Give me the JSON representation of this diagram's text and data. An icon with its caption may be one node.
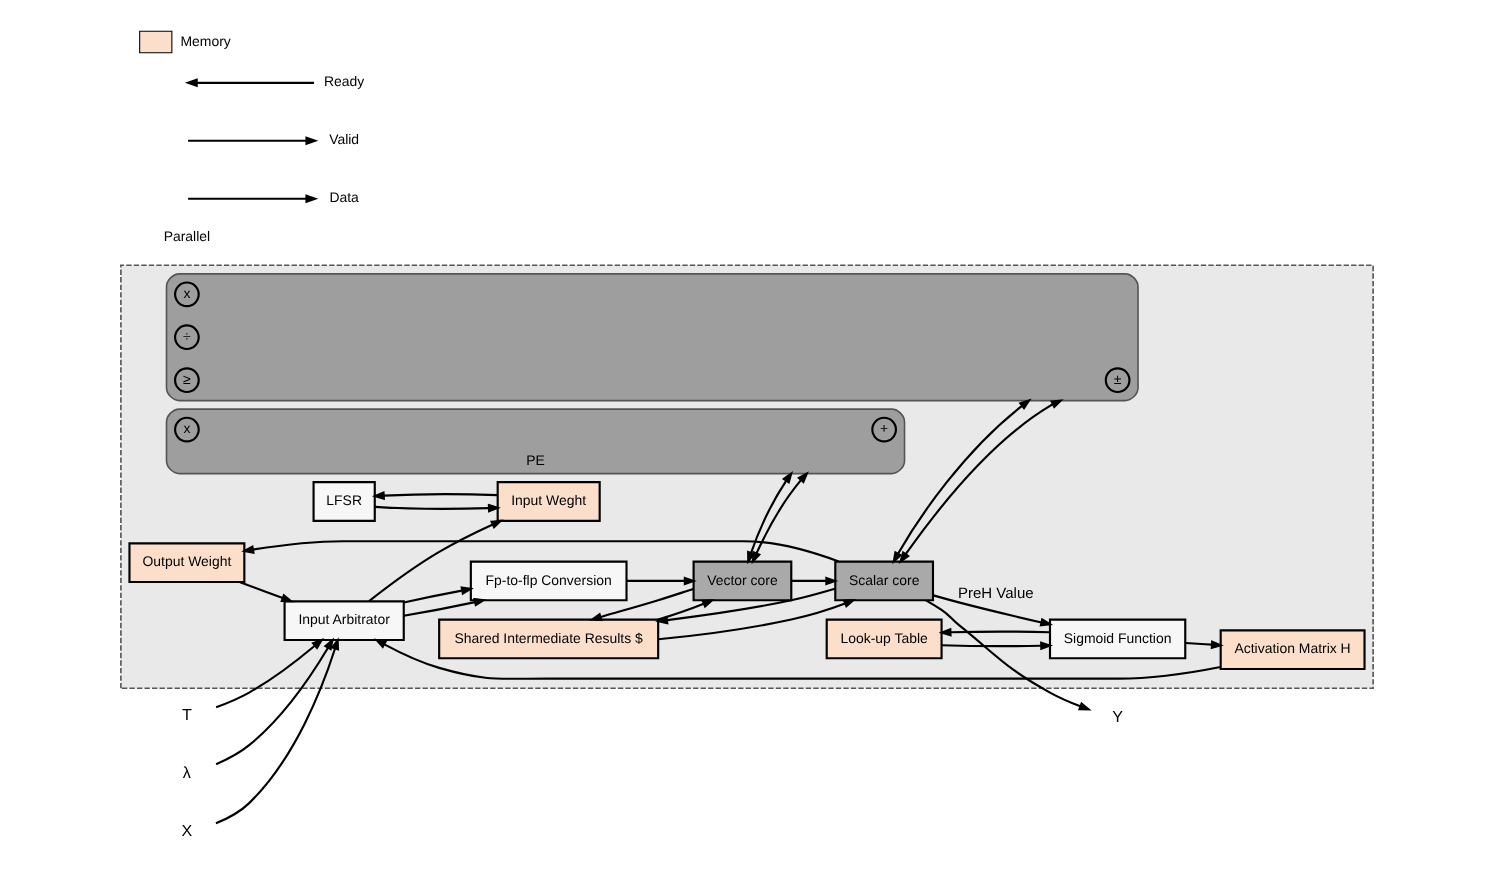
{
  "diagram": {
    "nodes": [
      {
        "text": [],
        "shape": "box"
      },
      {
        "text": [
          "LFSR"
        ],
        "in": 0
      },
      {
        "text": [
          "Input Weght"
        ],
        "in": 0
      },
      {
        "text": [
          "Output Weight"
        ],
        "in": 0
      },
      {
        "text": [
          "Shared Intermediate Results $"
        ],
        "in": 0
      },
      {
        "text": [
          "Input Arbitrator"
        ],
        "in": 0
      },
      {
        "text": [
          "Fp-to-flp Conversion"
        ],
        "in": 0
      },
      {
        "text": [
          "Vector core"
        ],
        "in": 0
      },
      {
        "text": [
          "Scalar core"
        ],
        "in": 0
      },
      {
        "text": [
          "Look-up Table"
        ],
        "in": 0
      },
      {
        "text": [
          "PE"
        ],
        "in": 0
      },
      {
        "text": [
          "+"
        ],
        "in": 10
      },
      {
        "text": [
          "x"
        ],
        "in": 10
      },
      {
        "text": [],
        "shape": "box",
        "in": 0
      },
      {
        "text": [
          "±"
        ],
        "in": 13
      },
      {
        "text": [
          "x"
        ],
        "in": 13
      },
      {
        "text": [
          "÷"
        ],
        "in": 13
      },
      {
        "text": [
          "≥"
        ],
        "in": 13
      },
      {
        "text": [
          "Sigmoid Function"
        ],
        "in": 0
      },
      {
        "text": [
          "Activation Matrix H"
        ],
        "in": 0
      },
      {
        "text": [
          "X"
        ]
      },
      {
        "text": [
          "T"
        ]
      },
      {
        "text": [
          "λ"
        ]
      },
      {
        "text": [
          "Y"
        ]
      }
    ],
    "edges": [
      {
        "from": 20,
        "to": 5,
        "arrow": "to"
      },
      {
        "from": 21,
        "to": 5,
        "arrow": "to"
      },
      {
        "from": 22,
        "to": 5,
        "arrow": "to"
      },
      {
        "from": 2,
        "to": 1,
        "arrow": "to"
      },
      {
        "from": 1,
        "to": 2,
        "arrow": "to"
      },
      {
        "from": 5,
        "to": 2,
        "arrow": "to"
      },
      {
        "from": 3,
        "to": 5,
        "arrow": "to"
      },
      {
        "from": 5,
        "to": 6,
        "arrow": "to"
      },
      {
        "from": 5,
        "to": 6,
        "arrow": "to"
      },
      {
        "from": 6,
        "to": 7,
        "arrow": "to"
      },
      {
        "from": 7,
        "to": 8,
        "arrow": "to"
      },
      {
        "from": 7,
        "to": 4,
        "arrow": "to"
      },
      {
        "from": 4,
        "to": 7,
        "arrow": "to"
      },
      {
        "from": 8,
        "to": 4,
        "arrow": "to"
      },
      {
        "from": 4,
        "to": 8,
        "arrow": "to"
      },
      {
        "from": 8,
        "to": 3,
        "arrow": "to"
      },
      {
        "from": 8,
        "to": 23,
        "arrow": "to"
      },
      {
        "from": 7,
        "to": 10,
        "arrow": "both"
      },
      {
        "from": 7,
        "to": 10,
        "arrow": "both"
      },
      {
        "from": 8,
        "to": 13,
        "arrow": "both"
      },
      {
        "from": 8,
        "to": 13,
        "arrow": "both"
      },
      {
        "from": 18,
        "to": 9,
        "arrow": "to"
      },
      {
        "from": 9,
        "to": 18,
        "arrow": "to"
      },
      {
        "from": 8,
        "to": 18,
        "label": "PreH Value",
        "arrow": "to"
      },
      {
        "from": 18,
        "to": 19,
        "arrow": "to"
      },
      {
        "from": 19,
        "to": 5,
        "arrow": "to"
      }
    ],
    "labels": [
      "Parallel"
    ],
    "legend": [
      {
        "text": "Data"
      },
      {
        "text": "Valid"
      },
      {
        "text": "Ready"
      },
      {
        "text": "Memory",
        "color": "#fbdfcb"
      }
    ]
  }
}
